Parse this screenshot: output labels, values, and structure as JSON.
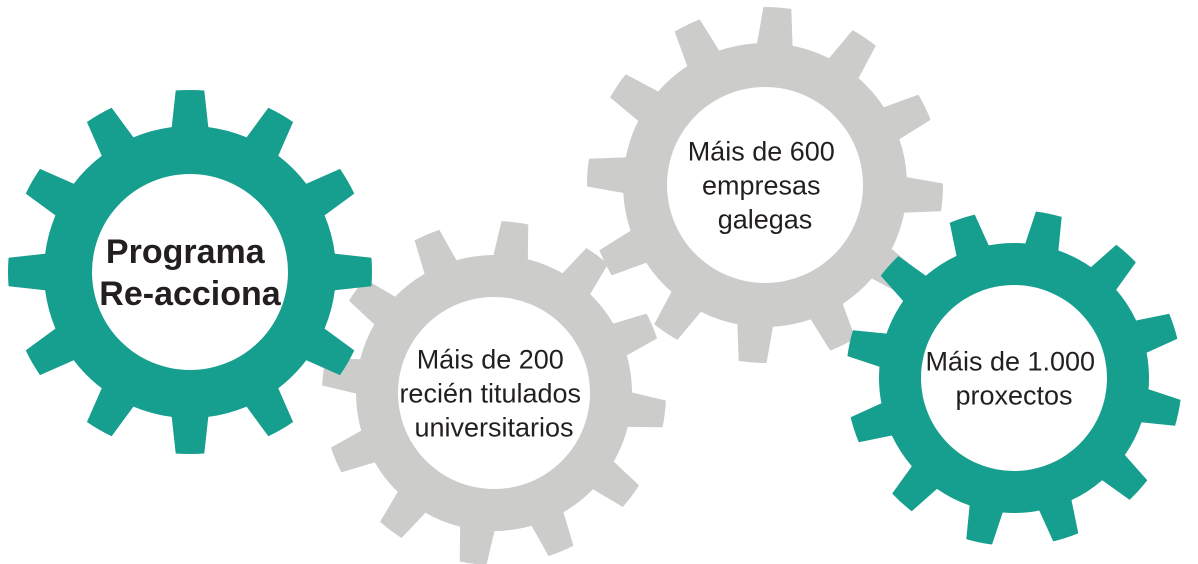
{
  "colors": {
    "teal": "#169f8e",
    "gray": "#cccccb",
    "hub": "#ffffff",
    "text": "#231f20"
  },
  "gears": [
    {
      "id": "programa",
      "color": "teal",
      "bold": true,
      "lines": [
        "Programa",
        "Re-acciona"
      ]
    },
    {
      "id": "titulados",
      "color": "gray",
      "bold": false,
      "lines": [
        "Máis de 200",
        "recién titulados",
        "universitarios"
      ]
    },
    {
      "id": "empresas",
      "color": "gray",
      "bold": false,
      "lines": [
        "Máis de 600",
        "empresas",
        "galegas"
      ]
    },
    {
      "id": "proxectos",
      "color": "teal",
      "bold": false,
      "lines": [
        "Máis de 1.000",
        "proxectos"
      ]
    }
  ]
}
